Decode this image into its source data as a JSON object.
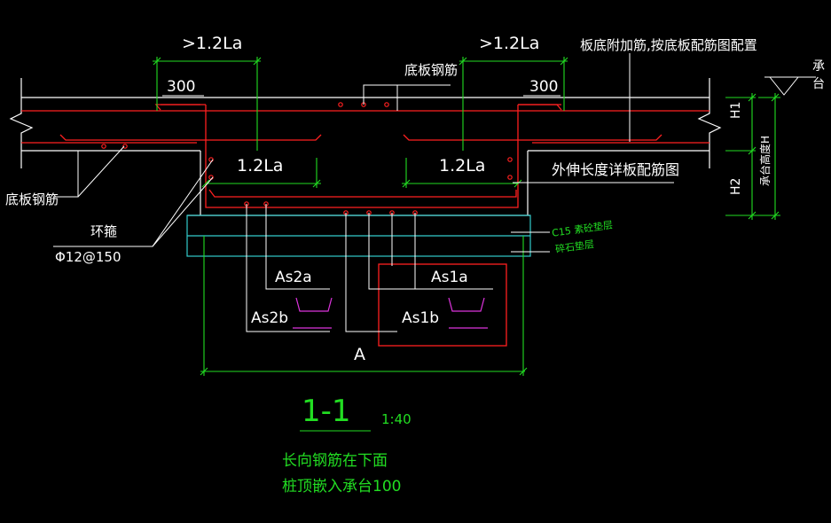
{
  "colors": {
    "background": "#000000",
    "white": "#ffffff",
    "red": "#ff2020",
    "green": "#22dd22",
    "cyan": "#33cccc",
    "magenta": "#dd33dd"
  },
  "labels": {
    "dim_left_top": ">1.2La",
    "dim_right_top": ">1.2La",
    "dim_left_inner": "1.2La",
    "dim_right_inner": "1.2La",
    "dim_300_left": "300",
    "dim_300_right": "300",
    "slab_rebar_top": "底板钢筋",
    "slab_additional": "板底附加筋,按底板配筋图配置",
    "cap_top_right": "承台",
    "slab_rebar_left": "底板钢筋",
    "ring_stirrup": "环箍",
    "ring_spec": "Φ12@150",
    "outer_extend": "外伸长度详板配筋图",
    "h1": "H1",
    "h2": "H2",
    "cap_height": "承台高度H",
    "cushion_c15": "C15 素砼垫层",
    "gravel": "碎石垫层",
    "as2a": "As2a",
    "as2b": "As2b",
    "as1a": "As1a",
    "as1b": "As1b",
    "dim_a": "A",
    "section": "1-1",
    "scale": "1:40",
    "note1": "长向钢筋在下面",
    "note2": "桩顶嵌入承台100"
  }
}
